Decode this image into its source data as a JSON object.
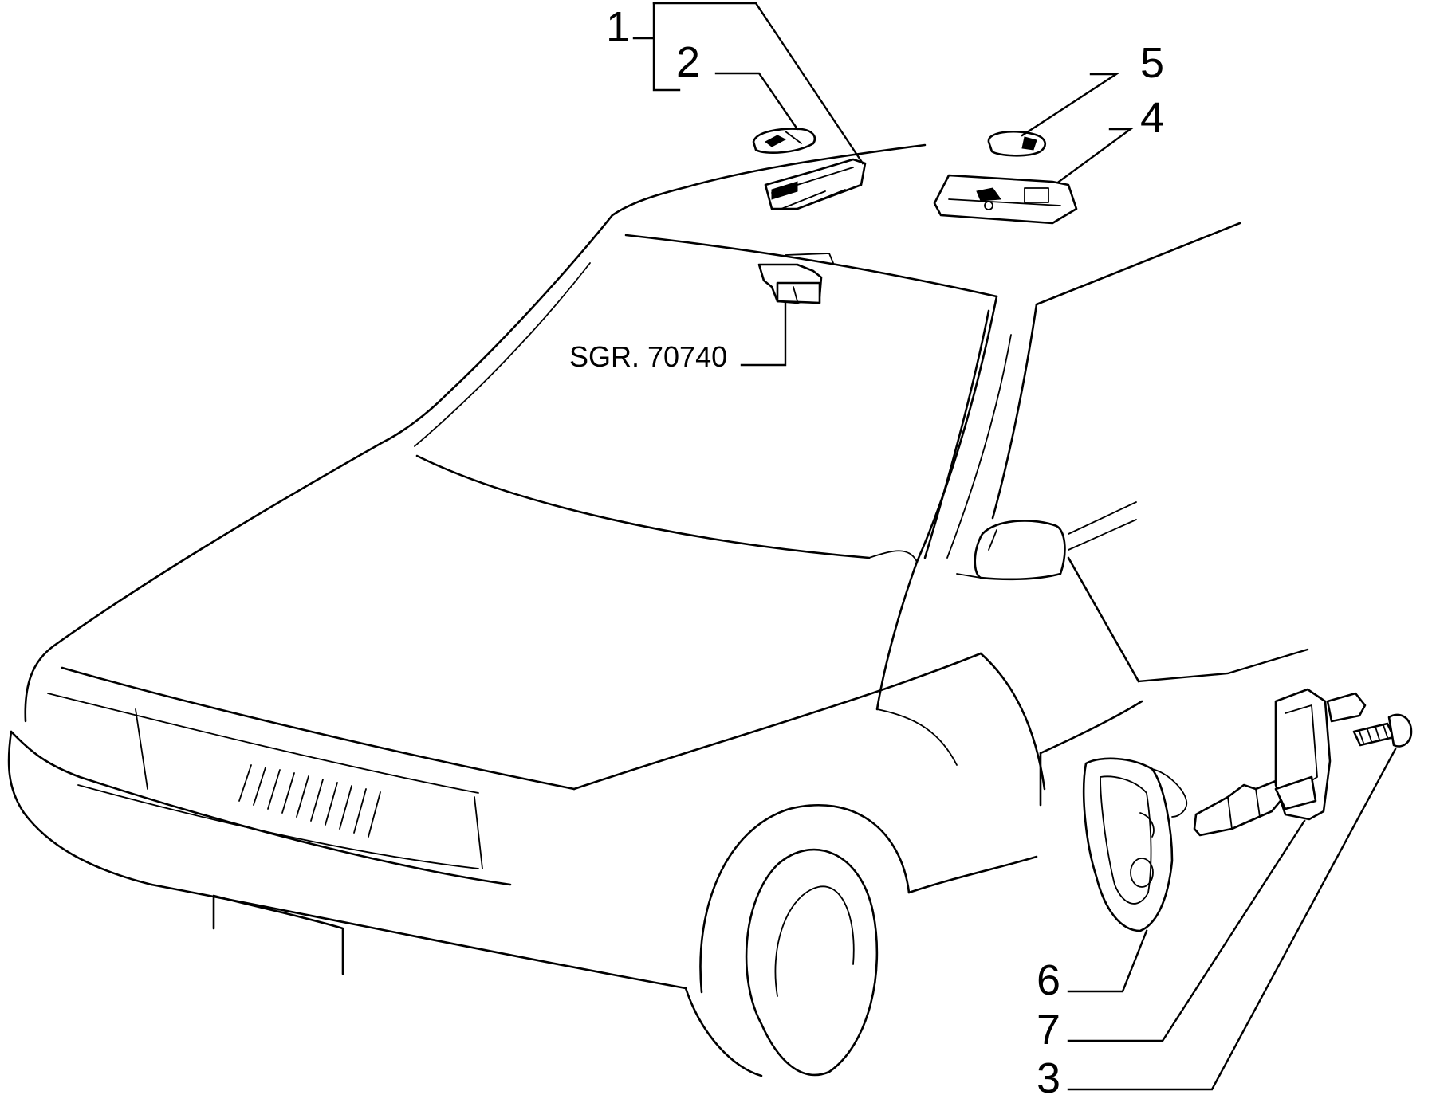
{
  "callouts": {
    "c1": "1",
    "c2": "2",
    "c3": "3",
    "c4": "4",
    "c5": "5",
    "c6": "6",
    "c7": "7"
  },
  "reference": "SGR. 70740"
}
